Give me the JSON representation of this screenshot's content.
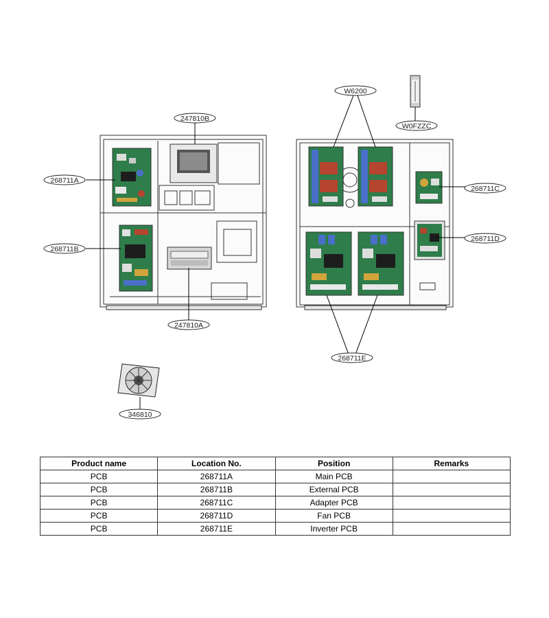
{
  "callouts": {
    "top_panel": "247810B",
    "main_pcb": "268711A",
    "external_pcb": "268711B",
    "bottom_terminal": "247810A",
    "reactor": "W6200",
    "fuse": "W0FZZC",
    "adapter_pcb": "268711C",
    "fan_pcb": "268711D",
    "inverter_pcb": "268711E",
    "fan": "346810"
  },
  "table": {
    "headers": [
      "Product name",
      "Location No.",
      "Position",
      "Remarks"
    ],
    "rows": [
      [
        "PCB",
        "268711A",
        "Main PCB",
        ""
      ],
      [
        "PCB",
        "268711B",
        "External PCB",
        ""
      ],
      [
        "PCB",
        "268711C",
        "Adapter PCB",
        ""
      ],
      [
        "PCB",
        "268711D",
        "Fan PCB",
        ""
      ],
      [
        "PCB",
        "268711E",
        "Inverter PCB",
        ""
      ]
    ]
  },
  "colors": {
    "pcb_green": "#2e7d4a",
    "capacitor_blue": "#4a6fc9",
    "inductor_red": "#b5452f",
    "outline": "#333333"
  }
}
